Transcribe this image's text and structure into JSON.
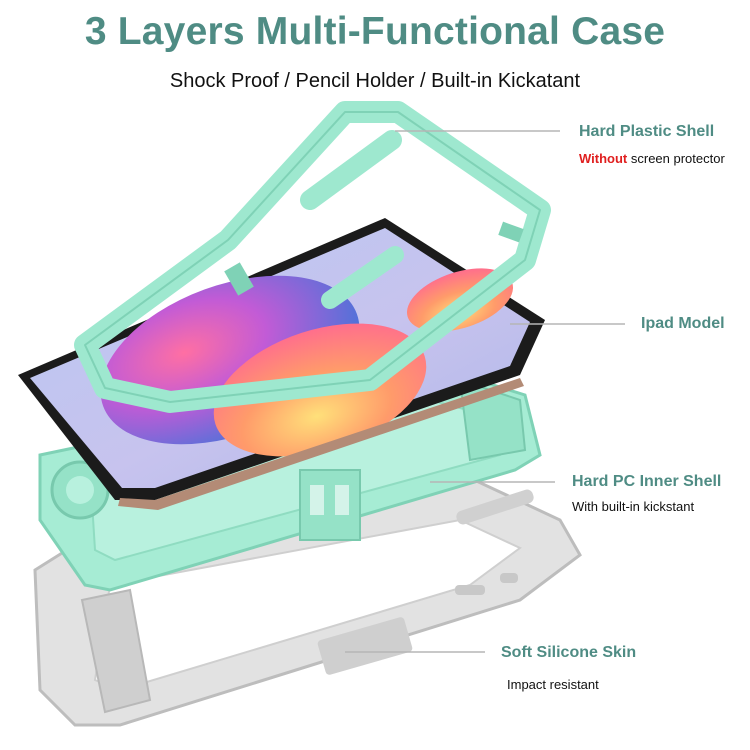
{
  "header": {
    "title": "3 Layers Multi-Functional Case",
    "subtitle": "Shock Proof / Pencil Holder / Built-in Kickatant"
  },
  "callouts": [
    {
      "title": "Hard Plastic Shell",
      "sub_highlight": "Without",
      "sub_rest": " screen protector"
    },
    {
      "title": "Ipad Model"
    },
    {
      "title": "Hard PC Inner Shell",
      "sub": "With built-in kickstant"
    },
    {
      "title": "Soft Silicone Skin",
      "sub": "Impact resistant"
    }
  ],
  "colors": {
    "accent": "#4f8c84",
    "mint": "#9ee8cf",
    "silver": "#d9d9d9",
    "warning": "#e01f1f"
  }
}
